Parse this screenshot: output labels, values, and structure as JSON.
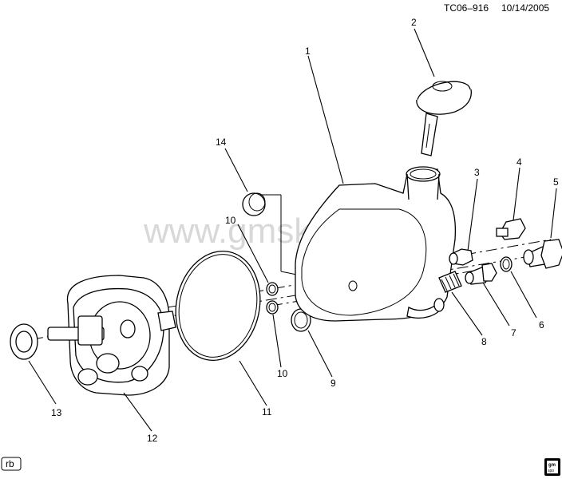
{
  "header": {
    "code": "TC06–916",
    "date": "10/14/2005"
  },
  "watermark": "www.gmsklad.ru",
  "callouts": [
    "1",
    "2",
    "3",
    "4",
    "5",
    "6",
    "7",
    "8",
    "9",
    "10",
    "10",
    "11",
    "12",
    "13",
    "14"
  ],
  "corner_left": "rb",
  "corner_right_icon": "gm-spo-logo-icon",
  "corner_right_text": [
    "gm",
    "spo"
  ]
}
